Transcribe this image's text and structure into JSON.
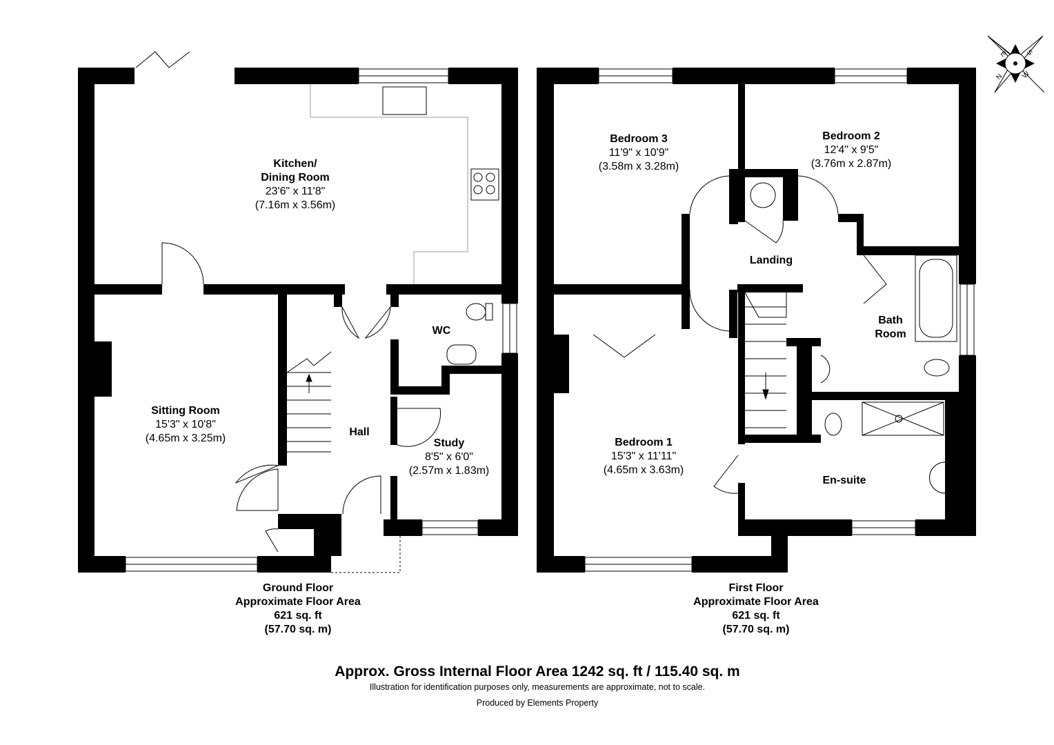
{
  "ground_floor": {
    "rooms": [
      {
        "name": "Kitchen/",
        "name2": "Dining Room",
        "imperial": "23'6\" x 11'8\"",
        "metric": "(7.16m x 3.56m)"
      },
      {
        "name": "Sitting Room",
        "imperial": "15'3\" x 10'8\"",
        "metric": "(4.65m x 3.25m)"
      },
      {
        "name": "Study",
        "imperial": "8'5\" x 6'0\"",
        "metric": "(2.57m x 1.83m)"
      },
      {
        "name": "WC"
      },
      {
        "name": "Hall"
      }
    ],
    "footer": {
      "title": "Ground Floor",
      "subtitle": "Approximate Floor Area",
      "sqft": "621 sq. ft",
      "sqm": "(57.70 sq. m)"
    }
  },
  "first_floor": {
    "rooms": [
      {
        "name": "Bedroom 3",
        "imperial": "11'9\" x 10'9\"",
        "metric": "(3.58m x 3.28m)"
      },
      {
        "name": "Bedroom 2",
        "imperial": "12'4\" x 9'5\"",
        "metric": "(3.76m x 2.87m)"
      },
      {
        "name": "Bedroom 1",
        "imperial": "15'3\" x 11'11\"",
        "metric": "(4.65m x 3.63m)"
      },
      {
        "name": "Landing"
      },
      {
        "name": "Bath",
        "name2": "Room"
      },
      {
        "name": "En-suite"
      }
    ],
    "footer": {
      "title": "First Floor",
      "subtitle": "Approximate Floor Area",
      "sqft": "621 sq. ft",
      "sqm": "(57.70 sq. m)"
    }
  },
  "compass": {
    "icon": "compass-rose-icon",
    "letters": [
      "E",
      "S",
      "W",
      "N"
    ]
  },
  "summary": {
    "gross": "Approx. Gross Internal Floor Area 1242 sq. ft / 115.40 sq. m",
    "disclaimer": "Illustration for identification purposes only, measurements are approximate, not to scale.",
    "produced_by": "Produced by Elements Property"
  },
  "colors": {
    "wall": "#000000",
    "fixture": "#888888"
  }
}
